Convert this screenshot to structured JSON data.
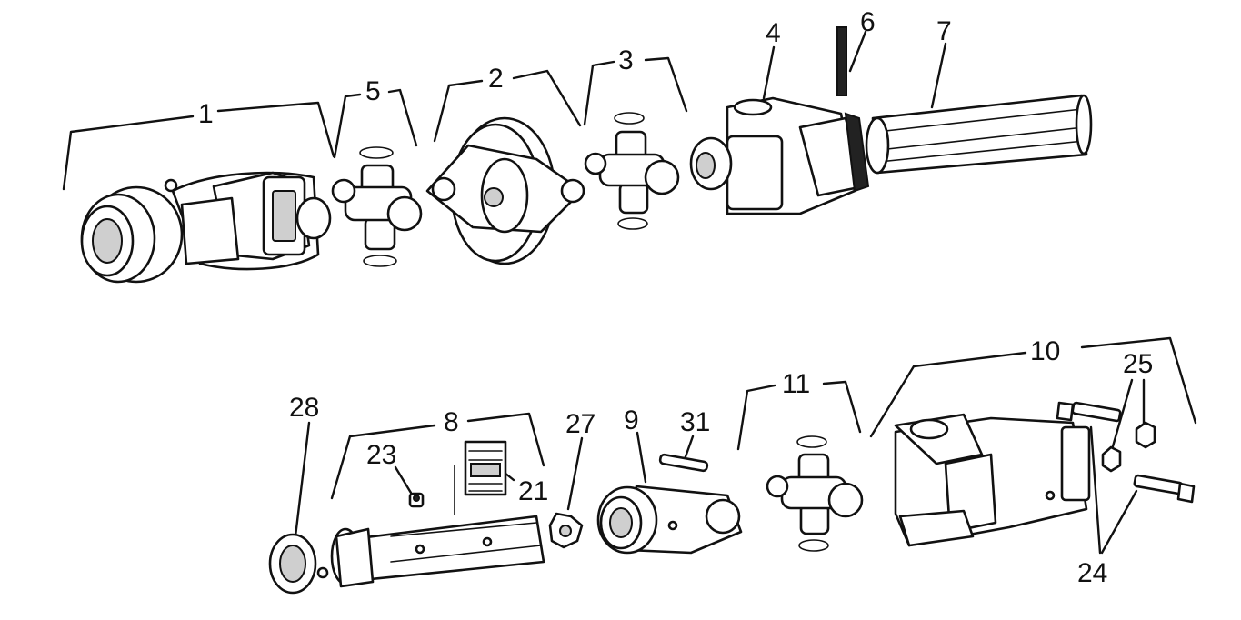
{
  "callouts": [
    {
      "id": "c1",
      "text": "1"
    },
    {
      "id": "c2",
      "text": "2"
    },
    {
      "id": "c3",
      "text": "3"
    },
    {
      "id": "c4",
      "text": "4"
    },
    {
      "id": "c5",
      "text": "5"
    },
    {
      "id": "c6",
      "text": "6"
    },
    {
      "id": "c7",
      "text": "7"
    },
    {
      "id": "c8",
      "text": "8"
    },
    {
      "id": "c9",
      "text": "9"
    },
    {
      "id": "c10",
      "text": "10"
    },
    {
      "id": "c11",
      "text": "11"
    },
    {
      "id": "c21",
      "text": "21"
    },
    {
      "id": "c23",
      "text": "23"
    },
    {
      "id": "c24",
      "text": "24"
    },
    {
      "id": "c25",
      "text": "25"
    },
    {
      "id": "c27",
      "text": "27"
    },
    {
      "id": "c28",
      "text": "28"
    },
    {
      "id": "c31",
      "text": "31"
    }
  ]
}
